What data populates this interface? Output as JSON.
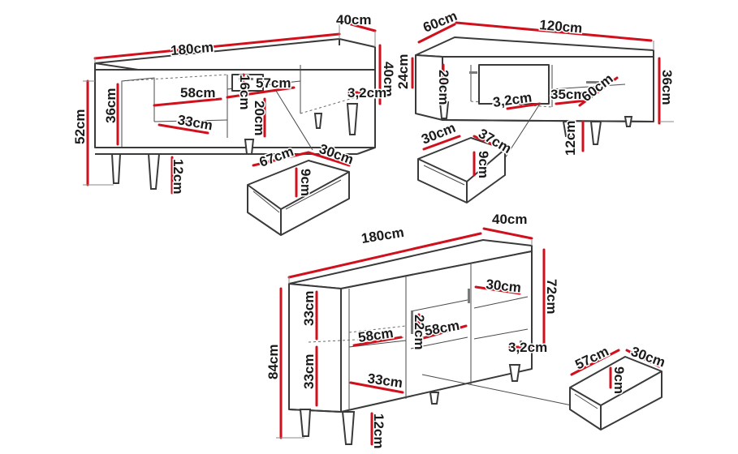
{
  "colors": {
    "outline": "#3a3a3a",
    "dimension_line": "#d0101c",
    "text": "#1a1a1a",
    "background": "#ffffff"
  },
  "tv_stand": {
    "width": "180cm",
    "depth": "40cm",
    "height": "52cm",
    "body_height": "40cm",
    "inner_height": "36cm",
    "drawer_front_height": "16cm",
    "compartment_height": "20cm",
    "shelf_width_left": "58cm",
    "shelf_width_middle": "57cm",
    "shelf_depth": "33cm",
    "panel_thickness": "3,2cm",
    "leg_height": "12cm",
    "drawer": {
      "width": "67cm",
      "depth": "30cm",
      "height": "9cm"
    }
  },
  "coffee_table": {
    "depth": "60cm",
    "width": "120cm",
    "body_height": "24cm",
    "height": "36cm",
    "inner_height": "20cm",
    "panel_thickness": "3,2cm",
    "inner_depth": "35cm",
    "side_depth": "60cm",
    "leg_height": "12cm",
    "drawer": {
      "width": "30cm",
      "depth": "37cm",
      "height": "9cm"
    }
  },
  "sideboard": {
    "width": "180cm",
    "depth": "40cm",
    "height": "84cm",
    "body_height": "72cm",
    "shelf_height_upper": "33cm",
    "shelf_height_lower": "33cm",
    "shelf_width_left": "58cm",
    "shelf_width_middle": "58cm",
    "drawer_height": "22cm",
    "shelf_depth_left": "33cm",
    "shelf_depth_right": "30cm",
    "panel_thickness": "3,2cm",
    "leg_height": "12cm",
    "drawer": {
      "width": "57cm",
      "depth": "30cm",
      "height": "9cm"
    }
  }
}
